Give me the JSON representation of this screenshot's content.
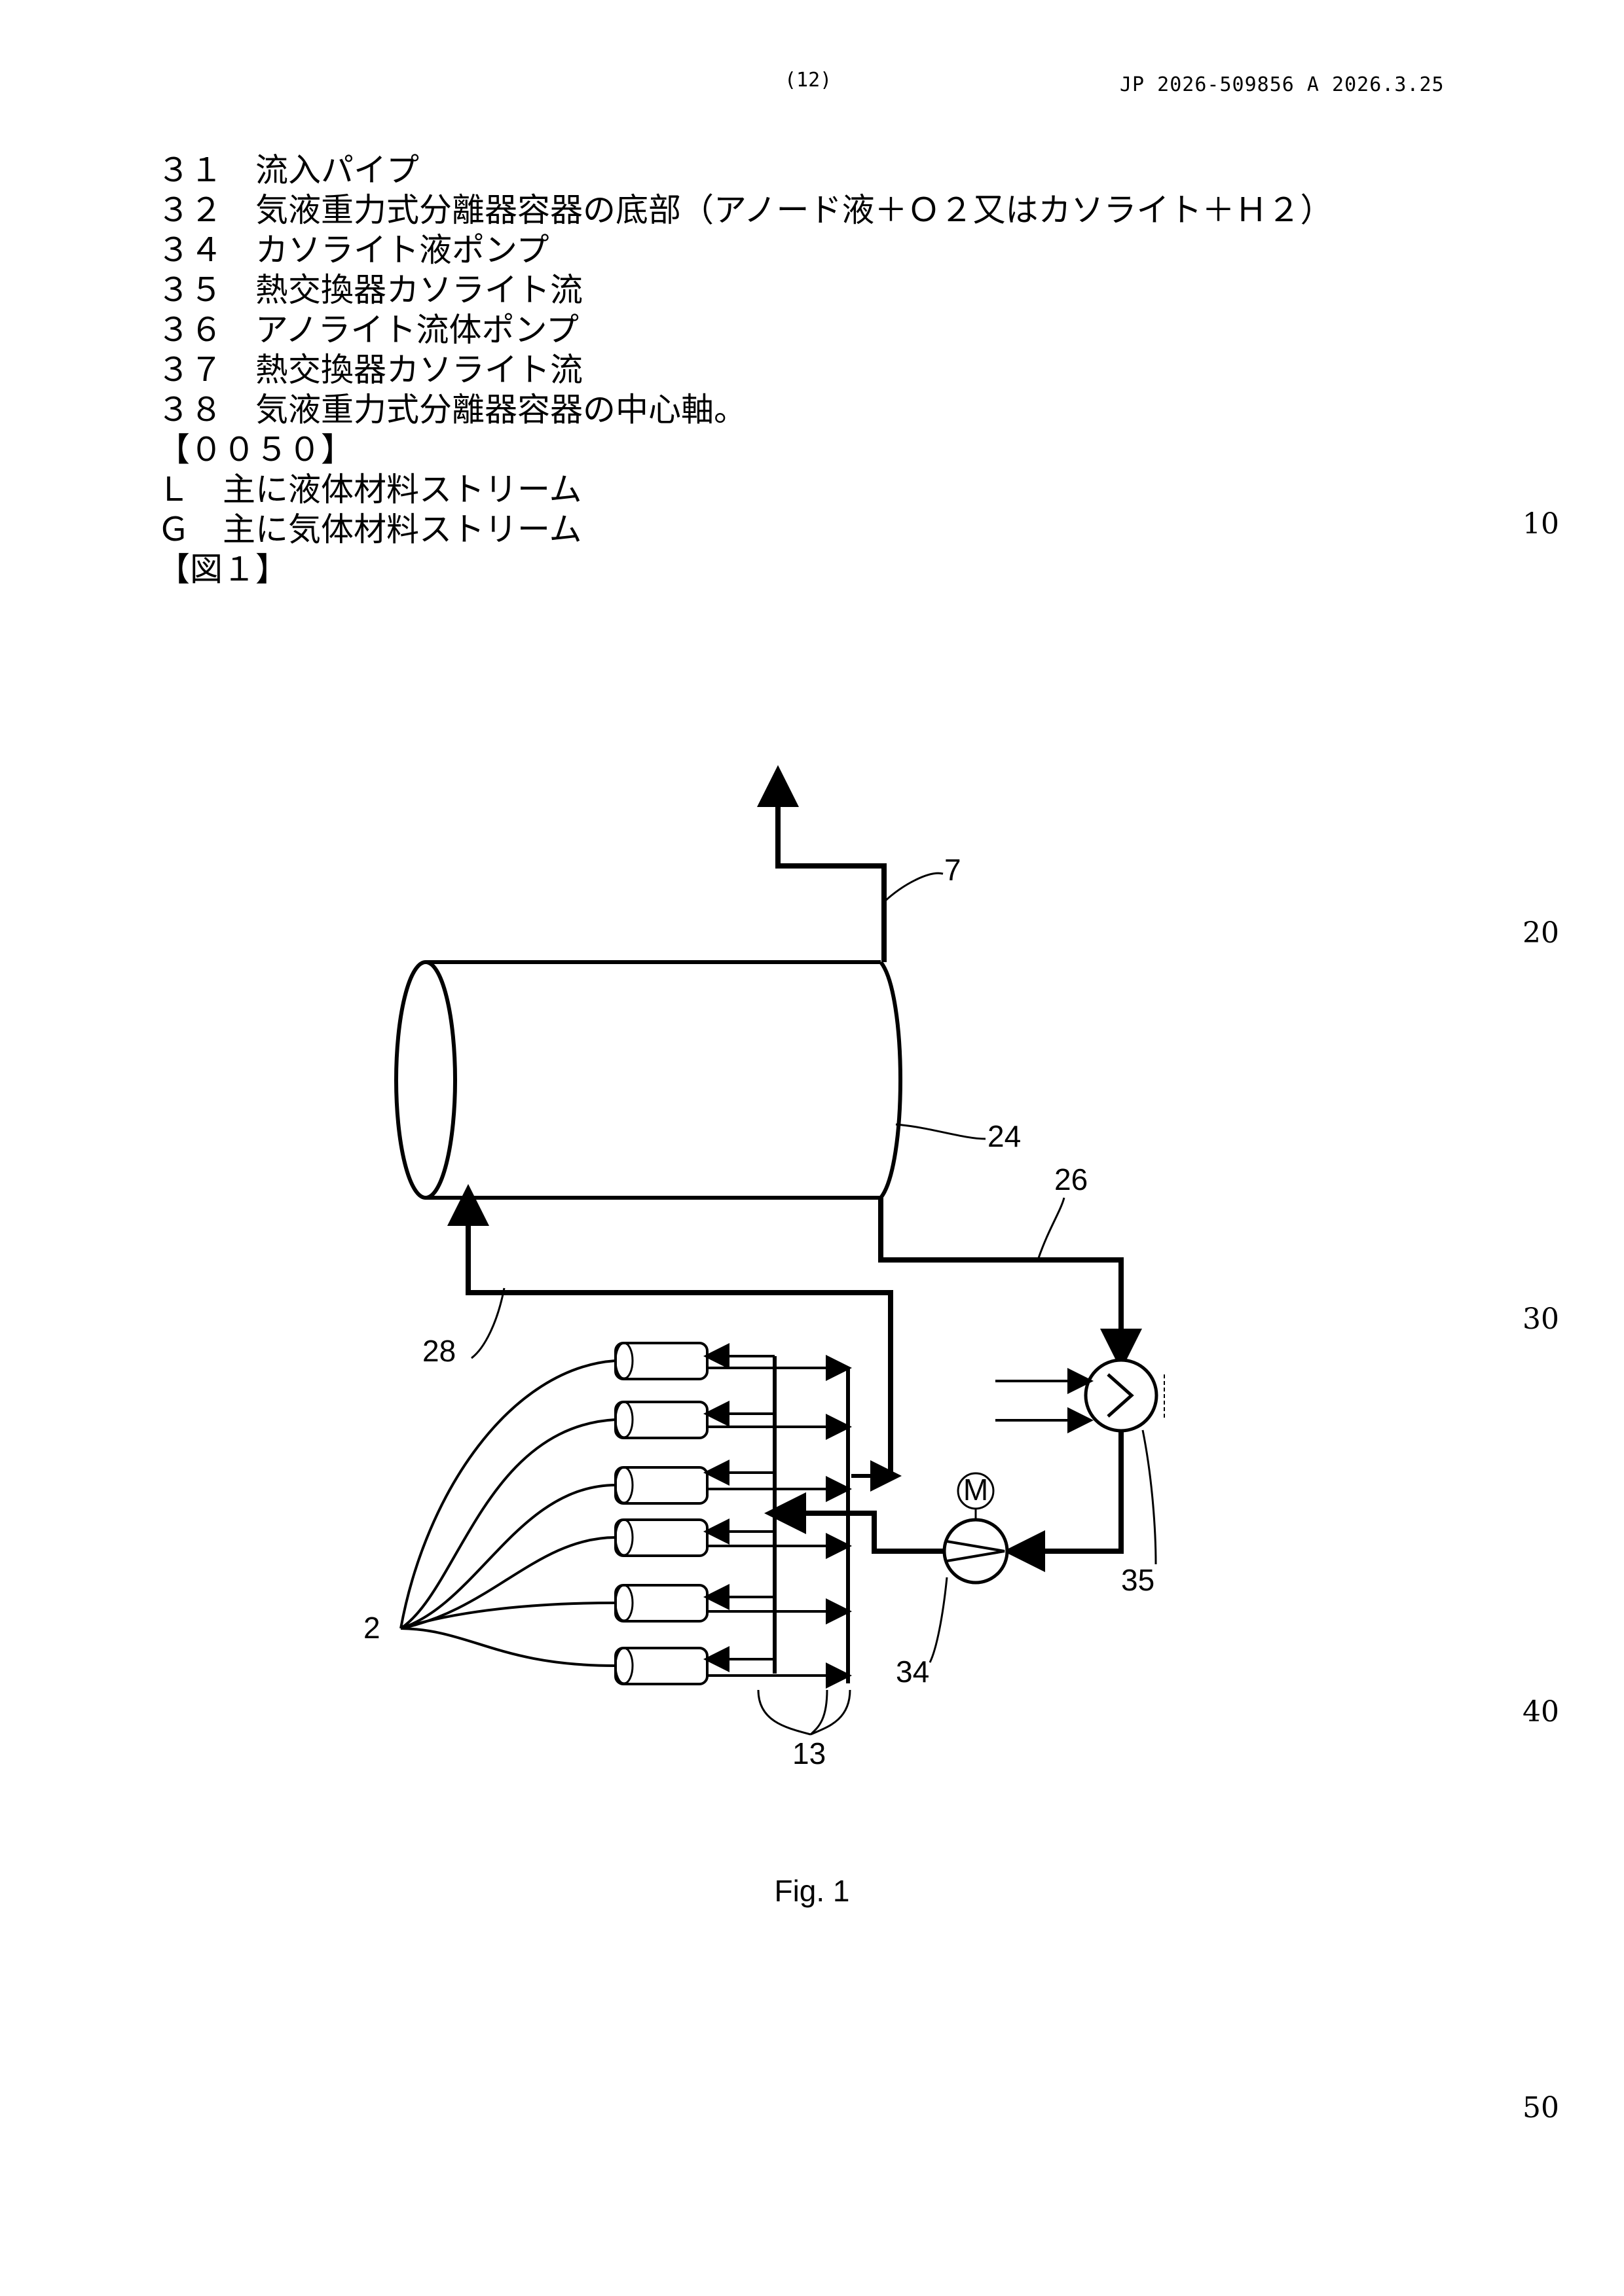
{
  "header": {
    "page_number": "(12)",
    "publication": "JP  2026-509856  A  2026.3.25"
  },
  "legend_lines": [
    "３１　流入パイプ",
    "３２　気液重力式分離器容器の底部（アノード液＋Ｏ２又はカソライト＋Ｈ２）",
    "３４　カソライト液ポンプ",
    "３５　熱交換器カソライト流",
    "３６　アノライト流体ポンプ",
    "３７　熱交換器カソライト流",
    "３８　気液重力式分離器容器の中心軸。",
    "【００５０】",
    "Ｌ　主に液体材料ストリーム",
    "Ｇ　主に気体材料ストリーム",
    "【図１】"
  ],
  "margin_line_numbers": [
    "10",
    "20",
    "30",
    "40",
    "50"
  ],
  "figure": {
    "labels": {
      "l7": "7",
      "l24": "24",
      "l26": "26",
      "l28": "28",
      "l2": "2",
      "l13": "13",
      "l34": "34",
      "l35": "35",
      "motor": "M"
    },
    "caption": "Fig. 1"
  }
}
